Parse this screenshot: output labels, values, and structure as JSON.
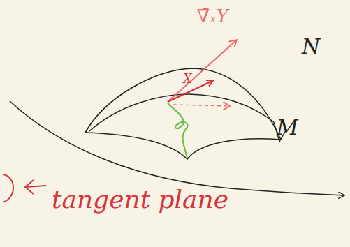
{
  "diagram": {
    "labels": [
      "∇̄ₓY",
      "X",
      "N",
      "M",
      "tangent plane"
    ]
  }
}
